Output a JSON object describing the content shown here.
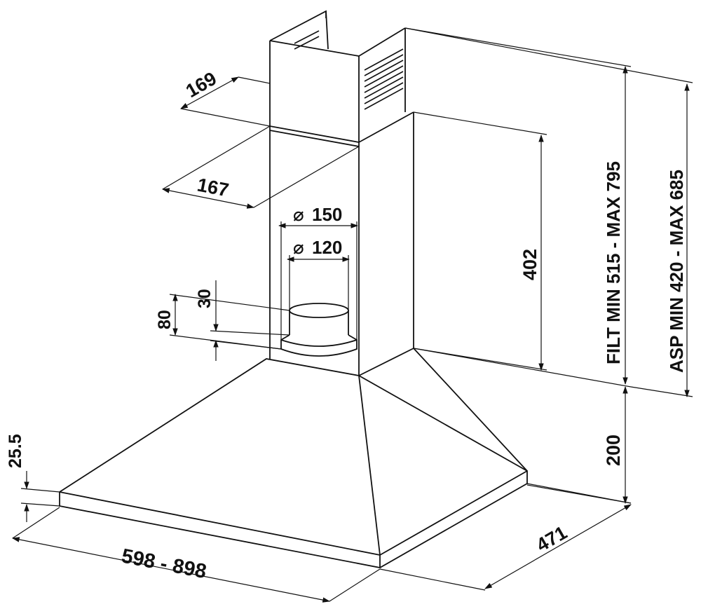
{
  "dimensions": {
    "chimney_top_depth": "169",
    "chimney_lower_depth": "167",
    "outlet_outer_diameter": "150",
    "outlet_inner_diameter": "120",
    "outlet_collar_height": "30",
    "outlet_total_height": "80",
    "lower_chimney_height": "402",
    "hood_height": "200",
    "hood_depth": "471",
    "hood_width": "598  -  898",
    "base_thickness": "25.5",
    "filter_version_height": "FILT  MIN  515  -  MAX  795",
    "extraction_version_height": "ASP  MIN  420  -  MAX  685"
  },
  "symbols": {
    "diameter": "⌀"
  },
  "colors": {
    "line": "#111111",
    "background": "#ffffff"
  }
}
